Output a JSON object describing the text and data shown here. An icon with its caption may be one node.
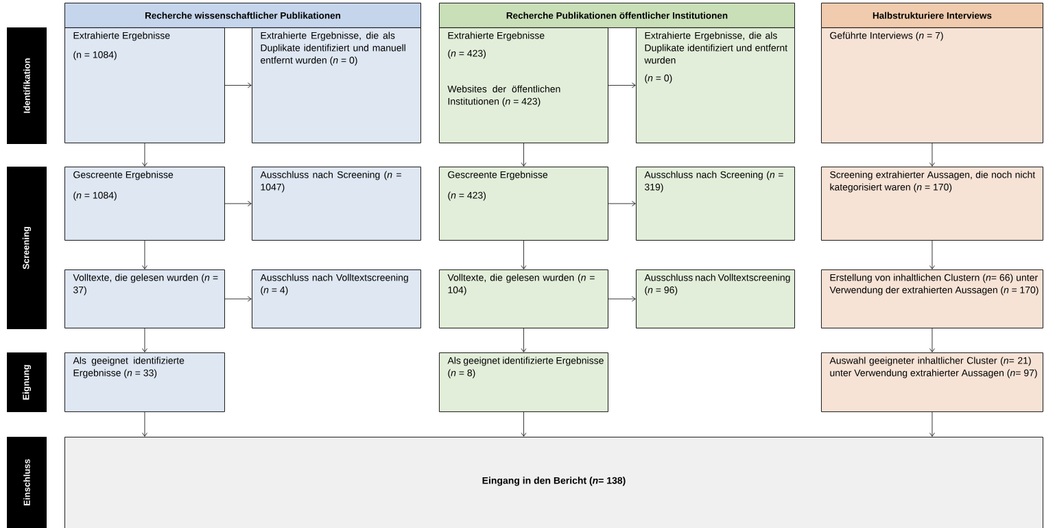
{
  "diagram": {
    "nodes": [
      {
        "text": [
          "Identifikation"
        ]
      },
      {
        "text": [
          "Screening"
        ]
      },
      {
        "text": [
          "Eignung"
        ]
      },
      {
        "text": [
          "Einschluss"
        ]
      },
      {
        "text": [
          "Recherche wissenschaftlicher Publikationen"
        ]
      },
      {
        "text": [
          "Recherche Publikationen öffentlicher Institutionen"
        ]
      },
      {
        "text": [
          "Halbstrukturiere Interviews"
        ]
      },
      {
        "text": [
          "Extrahierte Ergebnisse",
          "(n = 1084)"
        ]
      },
      {
        "text": [
          "Extrahierte Ergebnisse, die als Duplikate identifiziert und manuell entfernt wurden (*n* = 0)"
        ]
      },
      {
        "text": [
          "Extrahierte Ergebnisse",
          "(*n* = 423)",
          "Websites der öffentlichen Institutionen (*n* = 423)"
        ]
      },
      {
        "text": [
          "Extrahierte Ergebnisse, die als Duplikate identifiziert und entfernt wurden",
          "(*n* = 0)"
        ]
      },
      {
        "text": [
          "Geführte Interviews (*n* = 7)"
        ]
      },
      {
        "text": [
          "Gescreente Ergebnisse",
          "(*n* = 1084)"
        ]
      },
      {
        "text": [
          "Ausschluss nach Screening (*n* = 1047)"
        ]
      },
      {
        "text": [
          "Gescreente Ergebnisse",
          "(*n* = 423)"
        ]
      },
      {
        "text": [
          "Ausschluss nach Screening (*n* = 319)"
        ]
      },
      {
        "text": [
          "Screening extrahierter Aussagen, die noch nicht kategorisiert waren (*n* = 170)"
        ]
      },
      {
        "text": [
          "Volltexte, die gelesen wurden (*n* = 37)"
        ]
      },
      {
        "text": [
          "Ausschluss nach Volltextscreening (*n* = 4)"
        ]
      },
      {
        "text": [
          "Volltexte, die gelesen wurden (*n* = 104)"
        ]
      },
      {
        "text": [
          "Ausschluss nach Volltextscreening (*n* = 96)"
        ]
      },
      {
        "text": [
          "Erstellung von inhaltlichen Clustern (*n*= 66) unter Verwendung der extrahierten Aussagen (*n* = 170)"
        ]
      },
      {
        "text": [
          "Als geeignet identifizierte Ergebnisse (*n* = 33)"
        ]
      },
      {
        "text": [
          "Als geeignet identifizierte Ergebnisse (*n* = 8)"
        ]
      },
      {
        "text": [
          "Auswahl geeigneter inhaltlicher Cluster (*n*= 21) unter Verwendung extrahierter Aussagen (*n*= 97)"
        ]
      },
      {
        "text": [
          "Eingang in den Bericht (*n*= 138)"
        ]
      }
    ],
    "edges": [
      {
        "from": 7,
        "to": 8,
        "arrow": "to"
      },
      {
        "from": 9,
        "to": 10,
        "arrow": "to"
      },
      {
        "from": 7,
        "to": 12,
        "arrow": "to"
      },
      {
        "from": 9,
        "to": 14,
        "arrow": "to"
      },
      {
        "from": 11,
        "to": 16,
        "arrow": "to"
      },
      {
        "from": 12,
        "to": 13,
        "arrow": "to"
      },
      {
        "from": 14,
        "to": 15,
        "arrow": "to"
      },
      {
        "from": 12,
        "to": 17,
        "arrow": "to"
      },
      {
        "from": 14,
        "to": 19,
        "arrow": "to"
      },
      {
        "from": 16,
        "to": 21,
        "arrow": "to"
      },
      {
        "from": 17,
        "to": 18,
        "arrow": "to"
      },
      {
        "from": 19,
        "to": 20,
        "arrow": "to"
      },
      {
        "from": 17,
        "to": 22,
        "arrow": "to"
      },
      {
        "from": 19,
        "to": 23,
        "arrow": "to"
      },
      {
        "from": 21,
        "to": 24,
        "arrow": "to"
      },
      {
        "from": 22,
        "to": 25,
        "arrow": "to"
      },
      {
        "from": 23,
        "to": 25,
        "arrow": "to"
      },
      {
        "from": 24,
        "to": 25,
        "arrow": "to"
      }
    ]
  }
}
